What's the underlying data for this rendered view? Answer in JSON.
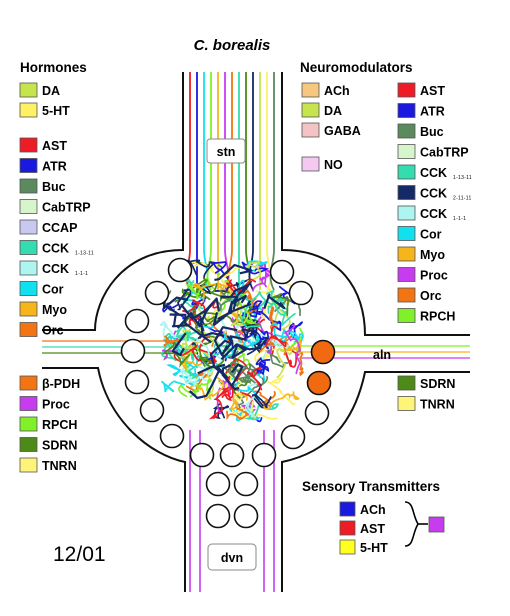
{
  "title": "C. borealis",
  "date_stamp": "12/01",
  "nerve_labels": {
    "stn": "stn",
    "aln": "aln",
    "dvn": "dvn"
  },
  "hormones": {
    "heading": "Hormones",
    "group_a": [
      {
        "label": "DA",
        "color": "#c6e44c"
      },
      {
        "label": "5-HT",
        "color": "#fff066"
      }
    ],
    "group_b": [
      {
        "label": "AST",
        "color": "#ee1c24"
      },
      {
        "label": "ATR",
        "color": "#1a1adf"
      },
      {
        "label": "Buc",
        "color": "#5a8a5e"
      },
      {
        "label": "CabTRP",
        "color": "#d6f5cc"
      },
      {
        "label": "CCAP",
        "color": "#c9c9f0"
      },
      {
        "label": "CCK",
        "sub": "1-13-11",
        "color": "#33ddb0"
      },
      {
        "label": "CCK",
        "sub": "1-1-1",
        "color": "#aef4f0"
      },
      {
        "label": "Cor",
        "color": "#11e0ef"
      },
      {
        "label": "Myo",
        "color": "#f7b51c"
      },
      {
        "label": "Orc",
        "color": "#f27413"
      }
    ],
    "group_c": [
      {
        "label": "β-PDH",
        "color": "#f27413"
      },
      {
        "label": "Proc",
        "color": "#c83cf0"
      },
      {
        "label": "RPCH",
        "color": "#80f028"
      },
      {
        "label": "SDRN",
        "color": "#4e8a18"
      },
      {
        "label": "TNRN",
        "color": "#fff47a"
      }
    ]
  },
  "neuromodulators": {
    "heading": "Neuromodulators",
    "left": [
      {
        "label": "ACh",
        "color": "#f7c780"
      },
      {
        "label": "DA",
        "color": "#c6e44c"
      },
      {
        "label": "GABA",
        "color": "#f4c4c4"
      },
      {
        "label": "NO",
        "color": "#f4c8f0"
      }
    ],
    "right": [
      {
        "label": "AST",
        "color": "#ee1c24"
      },
      {
        "label": "ATR",
        "color": "#1a1adf"
      },
      {
        "label": "Buc",
        "color": "#5a8a5e"
      },
      {
        "label": "CabTRP",
        "color": "#d6f5cc"
      },
      {
        "label": "CCK",
        "sub": "1-13-11",
        "color": "#33ddb0"
      },
      {
        "label": "CCK",
        "sub": "2-11-11",
        "color": "#142a66"
      },
      {
        "label": "CCK",
        "sub": "1-1-1",
        "color": "#aef4f0"
      },
      {
        "label": "Cor",
        "color": "#11e0ef"
      },
      {
        "label": "Myo",
        "color": "#f7b51c"
      },
      {
        "label": "Proc",
        "color": "#c83cf0"
      },
      {
        "label": "Orc",
        "color": "#f27413"
      },
      {
        "label": "RPCH",
        "color": "#80f028"
      }
    ]
  },
  "aln_transmitters": [
    {
      "label": "SDRN",
      "color": "#4e8a18"
    },
    {
      "label": "TNRN",
      "color": "#fff47a"
    }
  ],
  "sensory": {
    "heading": "Sensory Transmitters",
    "items": [
      {
        "label": "ACh",
        "color": "#1a1adf"
      },
      {
        "label": "AST",
        "color": "#ee1c24"
      },
      {
        "label": "5-HT",
        "color": "#ffff22"
      }
    ],
    "combined_color": "#c83cf0"
  },
  "neuron_colors": {
    "default": "#ffffff",
    "highlighted": "#f26a10"
  },
  "fiber_colors": [
    "#ee1c24",
    "#1a1adf",
    "#11e0ef",
    "#80f028",
    "#f7b51c",
    "#c83cf0",
    "#f27413",
    "#33ddb0",
    "#4e8a18",
    "#142a66",
    "#c6e44c",
    "#fff066",
    "#5a8a5e",
    "#aef4f0"
  ]
}
